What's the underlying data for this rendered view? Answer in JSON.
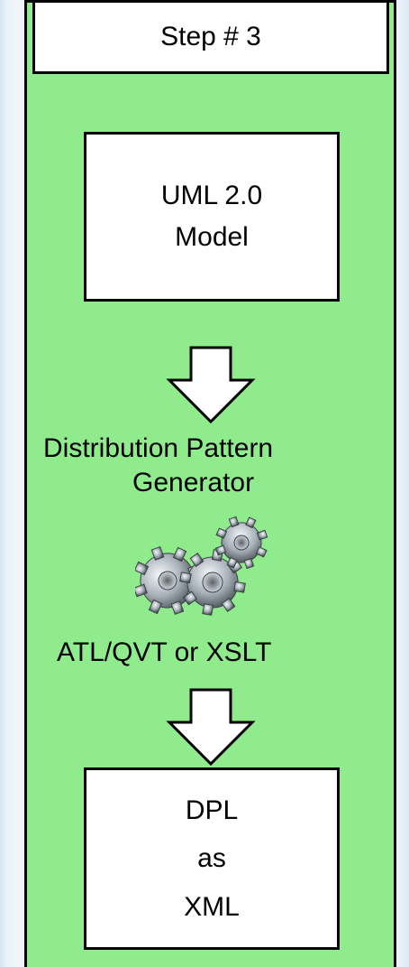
{
  "step_title": "Step # 3",
  "model_box": {
    "line1": "UML 2.0",
    "line2": "Model"
  },
  "generator_label": {
    "line1": "Distribution Pattern",
    "line2": "Generator"
  },
  "gears_image": {
    "icon": "gears-icon"
  },
  "transform_label": "ATL/QVT or XSLT",
  "output_box": {
    "line1": "DPL",
    "line2": "as",
    "line3": "XML"
  },
  "colors": {
    "panel": "#90eb8c",
    "box": "#ffffff",
    "border": "#000000",
    "background": "#eef4f9"
  }
}
